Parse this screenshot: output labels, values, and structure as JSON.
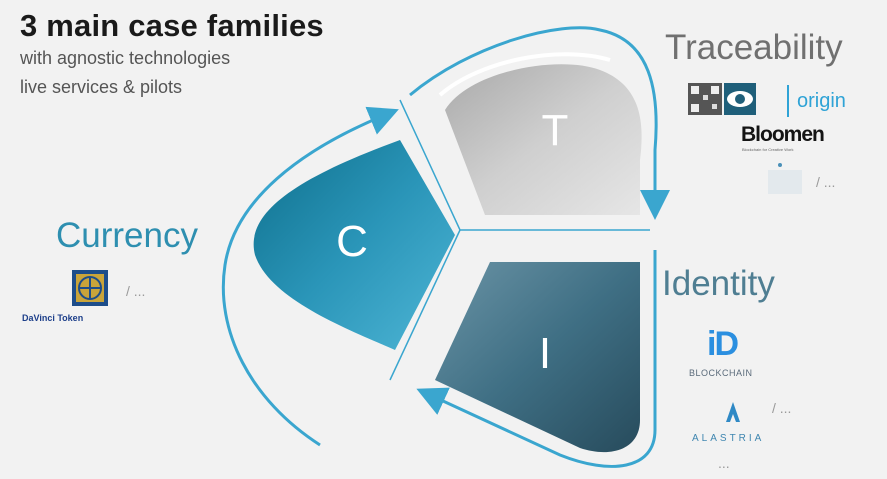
{
  "header": {
    "title": "3 main case families",
    "subtitle_line1": "with agnostic technologies",
    "subtitle_line2": "live services & pilots"
  },
  "segments": {
    "top": {
      "letter": "T",
      "category": "Traceability"
    },
    "left": {
      "letter": "C",
      "category": "Currency"
    },
    "bottom": {
      "letter": "I",
      "category": "Identity"
    }
  },
  "logos": {
    "traceability": {
      "origin": "origin",
      "bloomen": "Bloomen",
      "bloomen_tagline": "Blockchain for Creative Work",
      "more": "/ ..."
    },
    "currency": {
      "davinci": "DaVinci Token",
      "more": "/ ..."
    },
    "identity": {
      "id_mark": "iD",
      "id_caption": "BLOCKCHAIN",
      "alastria": "ALASTRIA",
      "more": "/ ...",
      "more2": "..."
    }
  },
  "colors": {
    "arrow": "#3aa6cf",
    "top_segment": "#cfcfcf",
    "left_segment": "#2a95b8",
    "bottom_segment": "#3f6f84"
  }
}
